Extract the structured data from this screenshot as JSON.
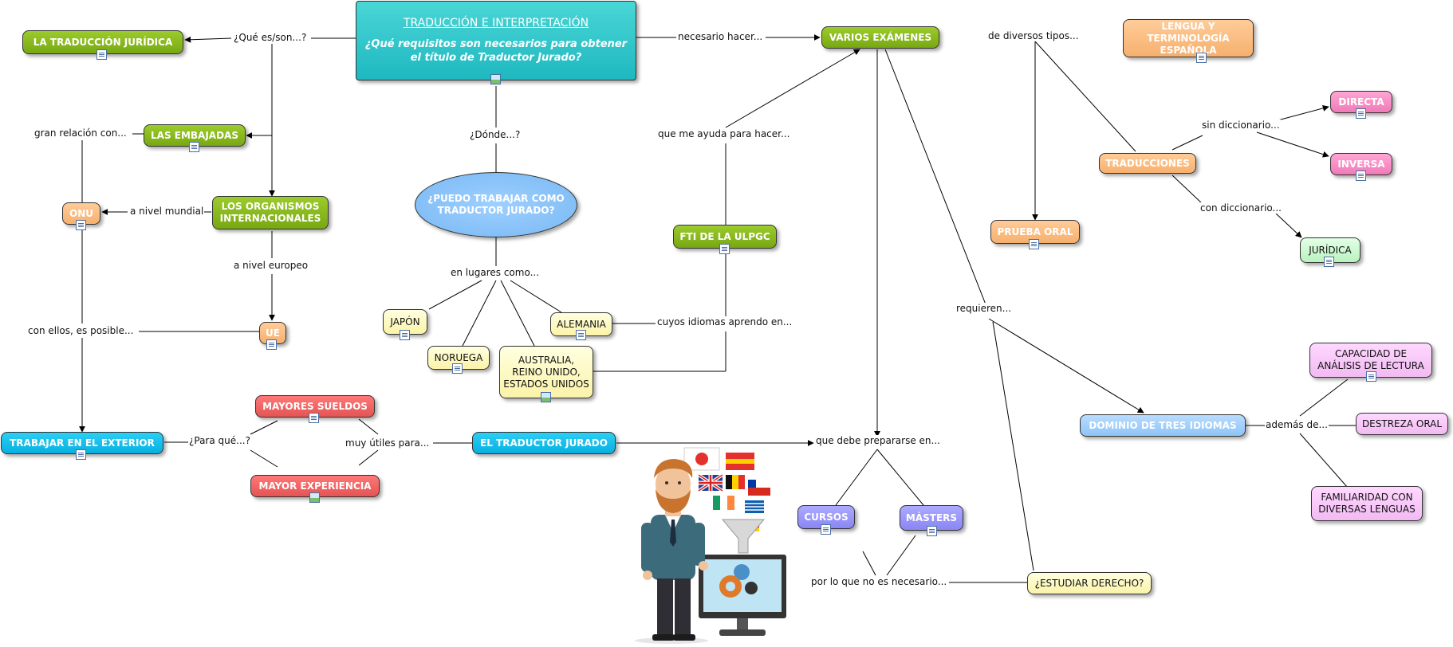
{
  "main_topic": {
    "title": "TRADUCCIÓN E INTERPRETACIÓN",
    "question": "¿Qué requisitos son necesarios para obtener el título de Traductor Jurado?"
  },
  "nodes": {
    "traduccion_juridica": "LA TRADUCCIÓN JURÍDICA",
    "embajadas": "LAS EMBAJADAS",
    "organismos": "LOS ORGANISMOS INTERNACIONALES",
    "onu": "ONU",
    "ue": "UE",
    "trabajar_exterior": "TRABAJAR EN EL EXTERIOR",
    "mayores_sueldos": "MAYORES SUELDOS",
    "mayor_experiencia": "MAYOR EXPERIENCIA",
    "traductor_jurado": "EL TRADUCTOR JURADO",
    "puedo_trabajar": "¿PUEDO TRABAJAR COMO TRADUCTOR JURADO?",
    "japon": "JAPÓN",
    "noruega": "NORUEGA",
    "australia": "AUSTRALIA, REINO UNIDO, ESTADOS UNIDOS",
    "alemania": "ALEMANIA",
    "fti": "FTI DE LA ULPGC",
    "varios_examenes": "VARIOS EXÁMENES",
    "lengua": "LENGUA Y TERMINOLOGÍA ESPAÑOLA",
    "traducciones": "TRADUCCIONES",
    "directa": "DIRECTA",
    "inversa": "INVERSA",
    "juridica": "JURÍDICA",
    "prueba_oral": "PRUEBA ORAL",
    "cursos": "CURSOS",
    "masters": "MÁSTERS",
    "estudiar_derecho": "¿ESTUDIAR DERECHO?",
    "dominio": "DOMINIO DE TRES IDIOMAS",
    "capacidad": "CAPACIDAD DE ANÁLISIS DE LECTURA",
    "destreza": "DESTREZA ORAL",
    "familiaridad": "FAMILIARIDAD CON DIVERSAS LENGUAS"
  },
  "links": {
    "que_es": "¿Qué es/son...?",
    "necesario_hacer": "necesario hacer...",
    "donde": "¿Dónde...?",
    "gran_relacion": "gran relación con...",
    "a_nivel_mundial": "a nivel mundial",
    "a_nivel_europeo": "a nivel europeo",
    "con_ellos": "con ellos, es posible...",
    "para_que": "¿Para qué...?",
    "muy_utiles": "muy útiles para...",
    "en_lugares": "en lugares como...",
    "cuyos_idiomas": "cuyos idiomas aprendo en...",
    "que_me_ayuda": "que me ayuda para hacer...",
    "de_diversos": "de diversos tipos...",
    "sin_diccionario": "sin diccionario...",
    "con_diccionario": "con diccionario...",
    "requieren": "requieren...",
    "debe_prepararse": "que debe prepararse en...",
    "por_lo_que": "por lo que no es necesario...",
    "ademas_de": "además de..."
  },
  "colors": {
    "green": "#8cbd1f",
    "peach": "#f9bd80",
    "red": "#f06464",
    "cyan": "#12bfeb",
    "main": "#33c8cc",
    "yellow": "#fdf8c4",
    "pink": "#f58fc6",
    "violet": "#9a97fa",
    "lilac": "#f8caf8",
    "skyblue": "#a3d0fc"
  },
  "illustration": "translator-with-flags-and-computer"
}
